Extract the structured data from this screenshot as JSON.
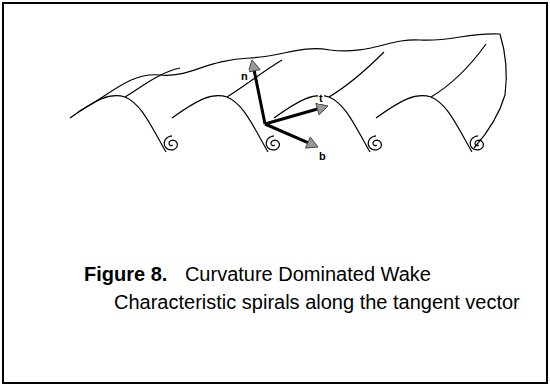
{
  "diagram": {
    "caption": "Figure 8. Curvature Dominated Wake Characteristic spirals along the tangent vector",
    "labels": [
      "n",
      "t",
      "b"
    ]
  }
}
